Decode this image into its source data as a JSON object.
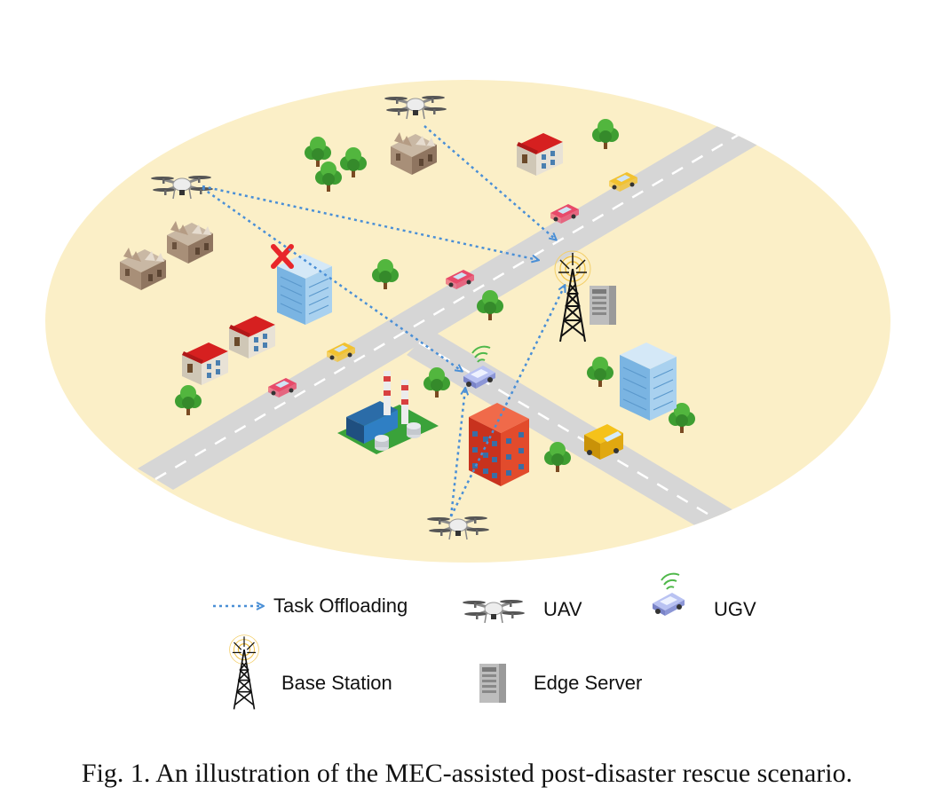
{
  "legend": {
    "task_offloading": "Task Offloading",
    "uav": "UAV",
    "ugv": "UGV",
    "base_station": "Base Station",
    "edge_server": "Edge Server"
  },
  "caption": "Fig. 1.   An illustration of the MEC-assisted post-disaster rescue scenario.",
  "colors": {
    "ground": "#fbefc7",
    "road": "#d6d6d6",
    "offload_arrow": "#4a8fd6",
    "failure_mark": "#e8262a",
    "roof_red": "#e02a2a",
    "tree_green": "#3e9e32"
  },
  "icons": [
    "drone-icon",
    "ugv-car-icon",
    "base-station-tower-icon",
    "edge-server-rack-icon",
    "collapsed-building-icon",
    "office-building-icon",
    "house-icon",
    "factory-icon",
    "tree-icon",
    "car-icon",
    "van-icon",
    "broken-link-x-icon"
  ]
}
